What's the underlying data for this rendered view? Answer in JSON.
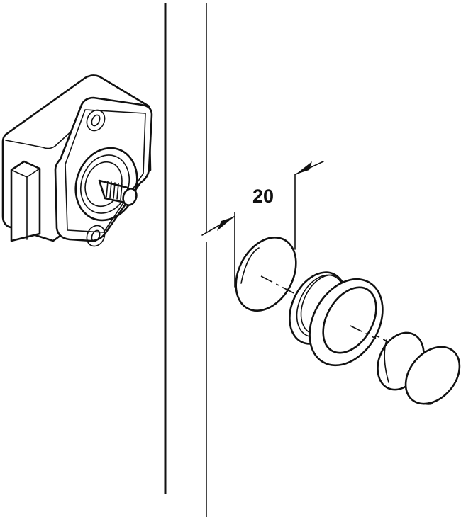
{
  "diagram": {
    "subject": "push-button cabinet lock assembly (exploded view)",
    "dimension": {
      "value": "20",
      "unit_shown": ""
    },
    "components": [
      {
        "name": "lock-body",
        "description": "lock housing with threaded spindle, mounted on inside of panel"
      },
      {
        "name": "panel",
        "description": "cabinet panel (two vertical edge lines)"
      },
      {
        "name": "drill-hole",
        "description": "20 mm bore hole in panel"
      },
      {
        "name": "rosette-ring",
        "description": "flanged bezel sleeve"
      },
      {
        "name": "push-button",
        "description": "push button knob"
      }
    ],
    "colors": {
      "line": "#111111",
      "background": "#ffffff"
    }
  }
}
